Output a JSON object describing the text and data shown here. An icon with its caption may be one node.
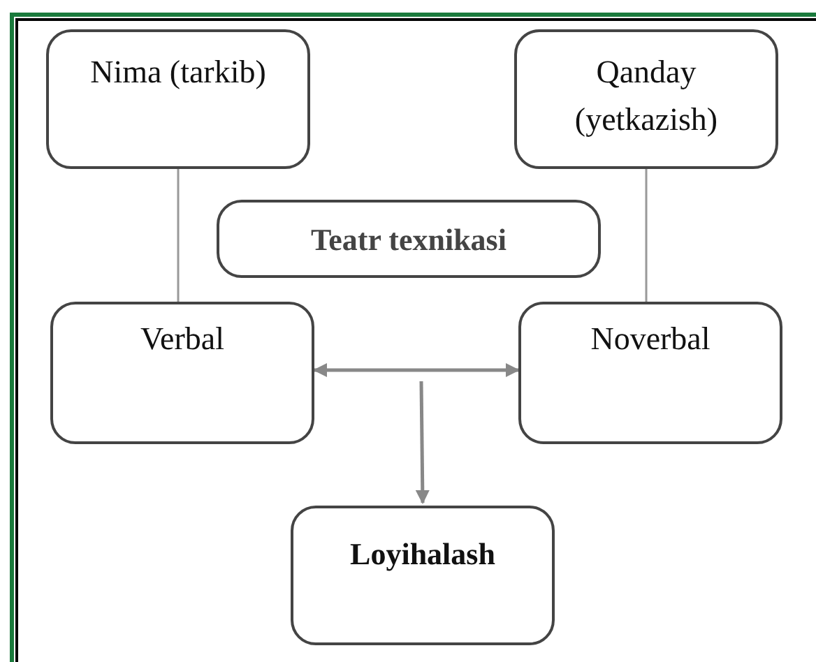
{
  "diagram": {
    "nodes": [
      {
        "text": [
          "Nima (tarkib)"
        ]
      },
      {
        "text": [
          "Qanday (yetkazish)"
        ]
      },
      {
        "text": [
          "Teatr texnikasi"
        ]
      },
      {
        "text": [
          "Verbal"
        ]
      },
      {
        "text": [
          "Noverbal"
        ]
      },
      {
        "text": [
          "Loyihalash"
        ]
      }
    ],
    "edges": [
      {
        "from": 0,
        "to": 3,
        "arrow": "none"
      },
      {
        "from": 1,
        "to": 4,
        "arrow": "none"
      },
      {
        "from": 3,
        "to": 4,
        "arrow": "both"
      },
      {
        "from": null,
        "to": 5,
        "arrow": "to"
      }
    ]
  }
}
